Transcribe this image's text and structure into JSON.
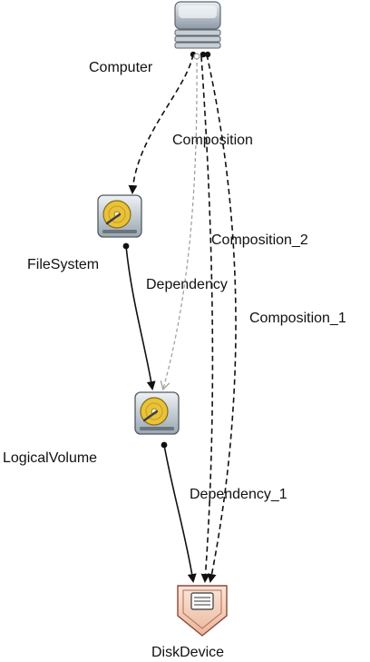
{
  "nodes": {
    "computer": {
      "label": "",
      "icon": "server-stack-icon"
    },
    "filesystem": {
      "label": "FileSystem",
      "icon": "hard-disk-icon"
    },
    "logicalvolume": {
      "label": "LogicalVolume",
      "icon": "hard-disk-icon"
    },
    "diskdevice": {
      "label": "DiskDevice",
      "icon": "disk-device-icon"
    }
  },
  "edges": {
    "computer": {
      "label": "Computer",
      "style": "dashed"
    },
    "composition": {
      "label": "Composition",
      "style": "dashed-gray"
    },
    "composition_2": {
      "label": "Composition_2",
      "style": "dashed"
    },
    "dependency": {
      "label": "Dependency",
      "style": "solid"
    },
    "composition_1": {
      "label": "Composition_1",
      "style": "dashed"
    },
    "dependency_1": {
      "label": "Dependency_1",
      "style": "solid"
    }
  },
  "colors": {
    "edge": "#111111",
    "edge_light": "#9a9a9a",
    "disk_fill": "#f6d9c8",
    "disk_stroke": "#8a4a3a",
    "hdd_platter": "#e8c23a"
  }
}
